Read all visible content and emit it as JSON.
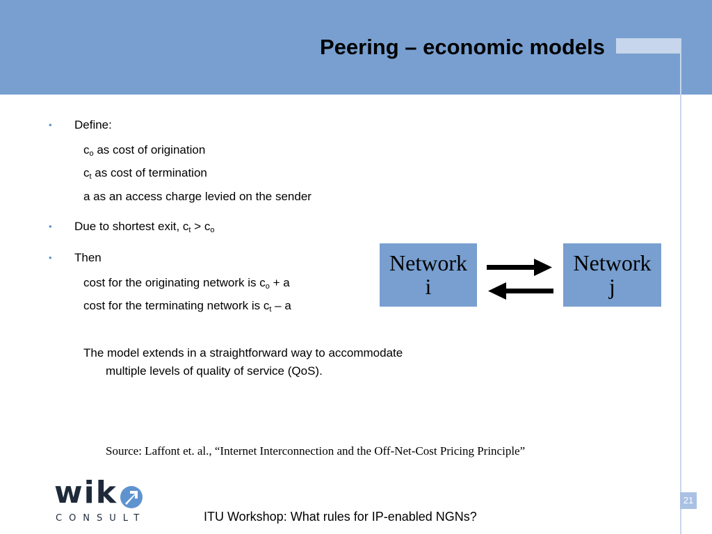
{
  "title": "Peering – economic models",
  "bullets": {
    "define": "Define:",
    "co_sub": "o",
    "co_text": " as cost of origination",
    "ct_sub": "t",
    "ct_text": " as cost of termination",
    "access": "a as an access charge levied on the sender",
    "shortest_prefix": "Due to shortest exit, c",
    "shortest_sub1": "t",
    "shortest_mid": " > c",
    "shortest_sub2": "o",
    "then": "Then",
    "orig_prefix": "cost for the originating network is c",
    "orig_sub": "o",
    "orig_suffix": " + a",
    "term_prefix": "cost for the terminating network is c",
    "term_sub": "t",
    "term_suffix": " – a",
    "model_line1": "The model extends in a straightforward way to accommodate",
    "model_line2": "multiple levels of quality of service (QoS)."
  },
  "diagram": {
    "network_i_line1": "Network",
    "network_i_line2": "i",
    "network_j_line1": "Network",
    "network_j_line2": "j"
  },
  "source": "Source:  Laffont et. al., “Internet Interconnection and the Off-Net-Cost Pricing Principle”",
  "logo": {
    "wik": "wik",
    "consult": "CONSULT"
  },
  "footer": "ITU Workshop: What rules for IP-enabled NGNs?",
  "page_number": "21",
  "colors": {
    "header": "#789fd0",
    "box": "#789fd0",
    "bullet": "#5b8dc9",
    "page_badge": "#a9c1e3"
  }
}
